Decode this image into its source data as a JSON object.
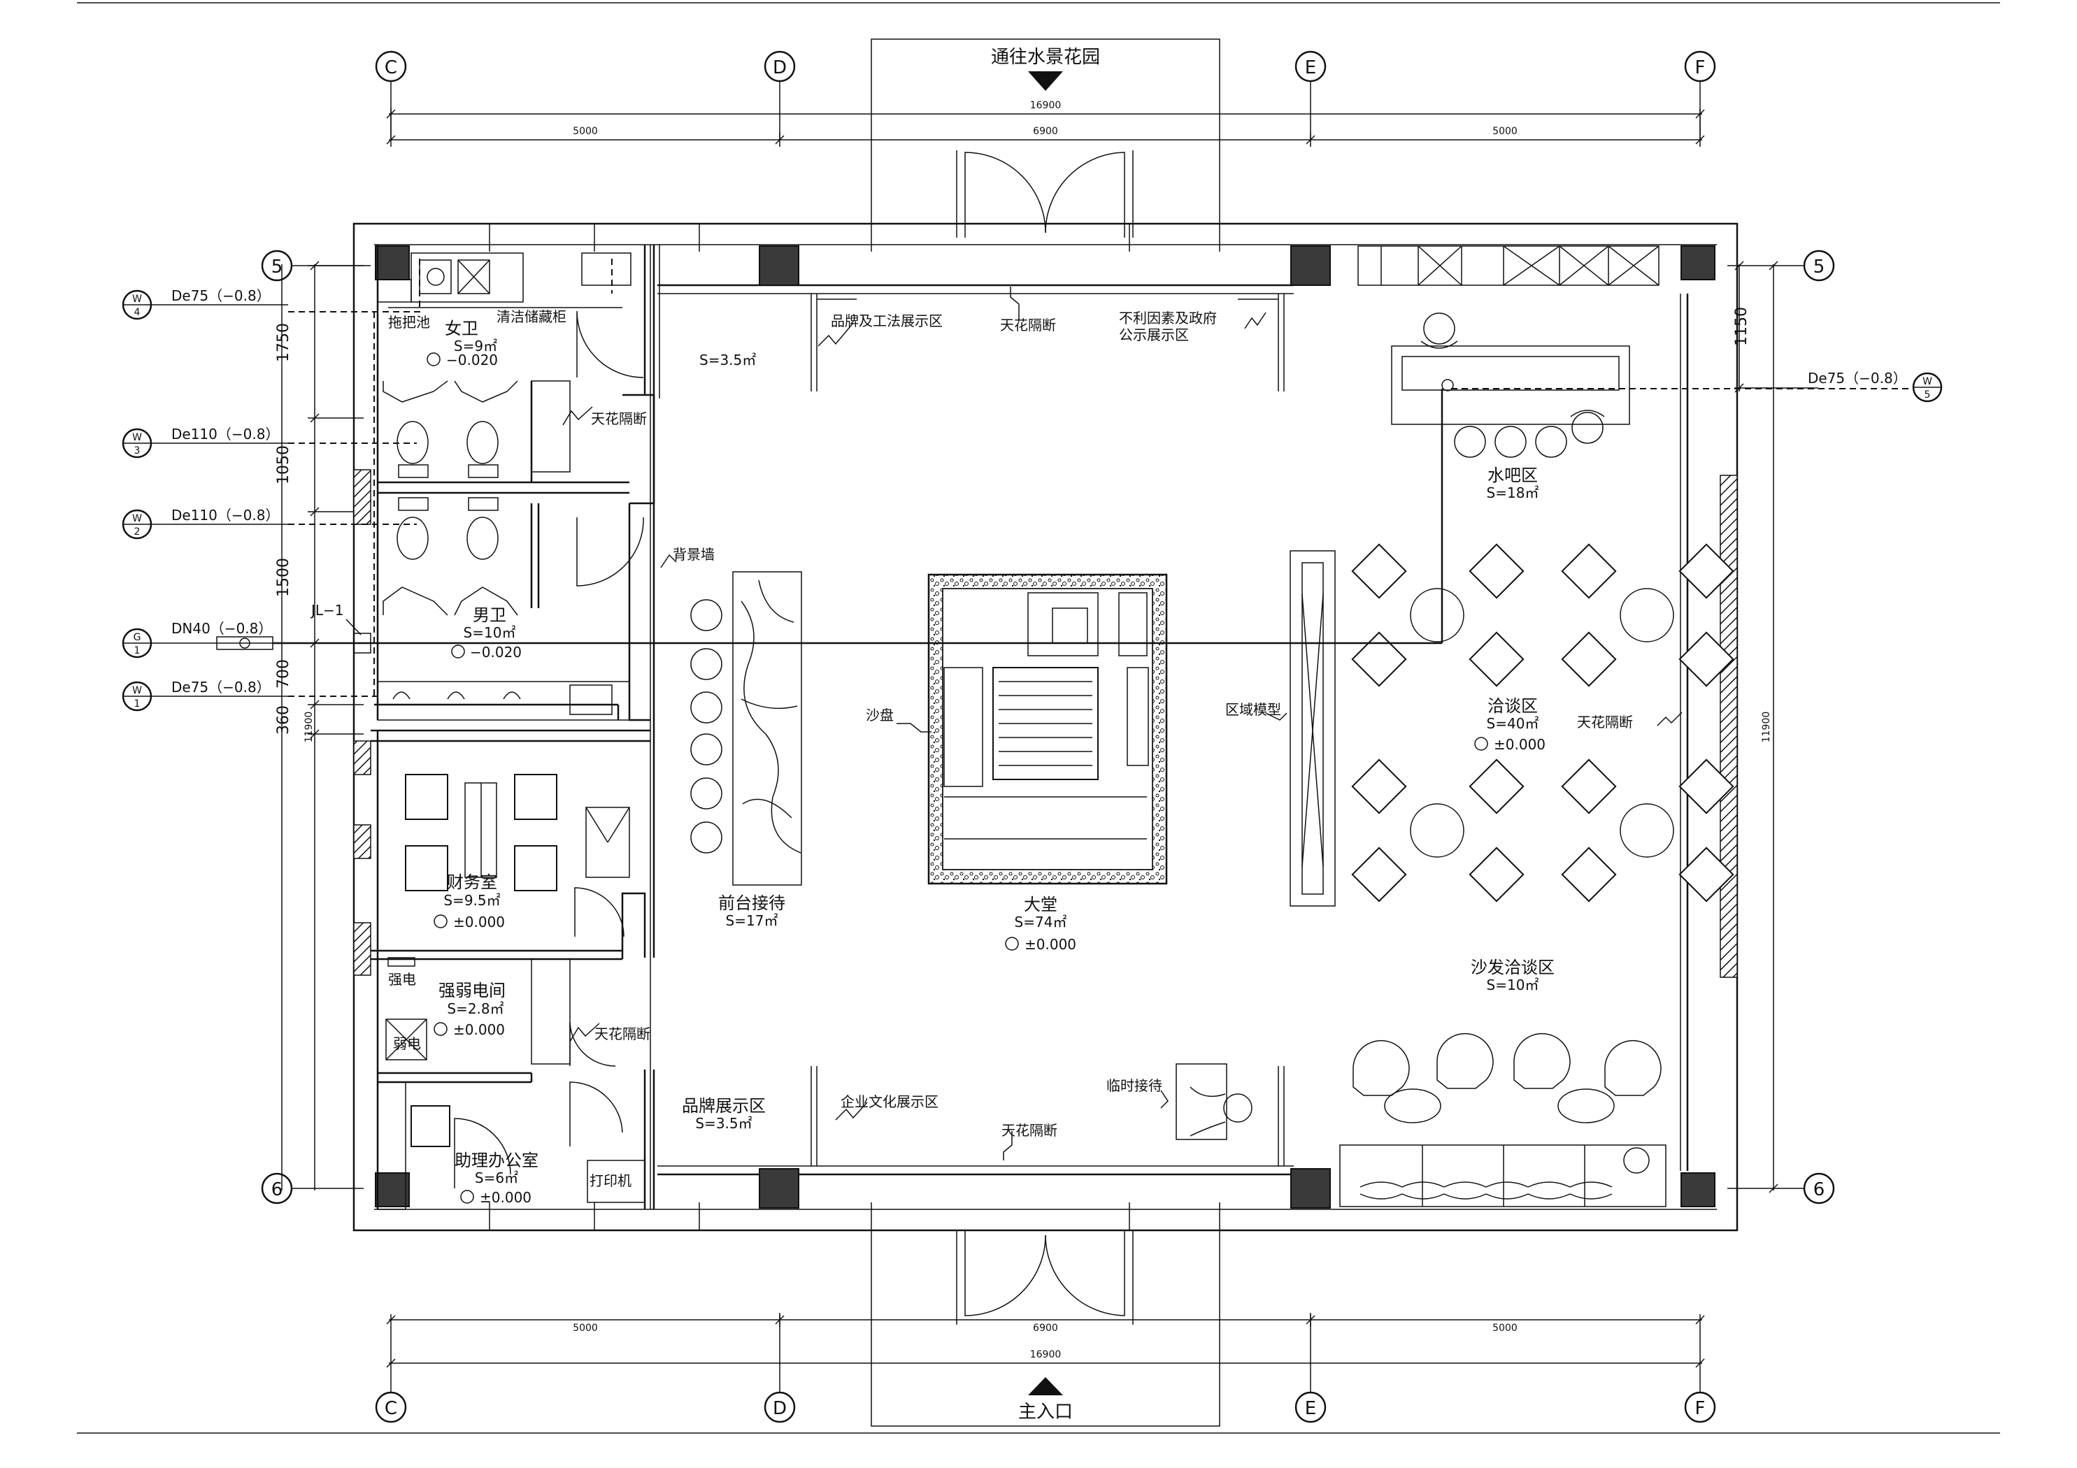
{
  "grid_bubbles": {
    "top": [
      "C",
      "D",
      "E",
      "F"
    ],
    "bottom": [
      "C",
      "D",
      "E",
      "F"
    ],
    "left": [
      "5",
      "6"
    ],
    "right": [
      "5",
      "6"
    ]
  },
  "dimensions": {
    "overall_width": "16900",
    "segments": [
      "5000",
      "6900",
      "5000"
    ],
    "left_chain": [
      "1750",
      "1050",
      "1500",
      "700",
      "360"
    ],
    "left_overall": "11900",
    "right_top": "1150",
    "right_overall": "11900"
  },
  "entrances": {
    "top": "通往水景花园",
    "bottom": "主入口"
  },
  "pipes": {
    "w4": {
      "code_top": "W",
      "code_bottom": "4",
      "label": "De75（−0.8）"
    },
    "w3": {
      "code_top": "W",
      "code_bottom": "3",
      "label": "De110（−0.8）"
    },
    "w2": {
      "code_top": "W",
      "code_bottom": "2",
      "label": "De110（−0.8）"
    },
    "g1": {
      "code_top": "G",
      "code_bottom": "1",
      "label": "DN40（−0.8）"
    },
    "w1": {
      "code_top": "W",
      "code_bottom": "1",
      "label": "De75（−0.8）"
    },
    "w5": {
      "code_top": "W",
      "code_bottom": "5",
      "label": "De75（−0.8）"
    },
    "riser": "JL−1"
  },
  "rooms": {
    "womens_wc": {
      "name": "女卫",
      "area": "S=9㎡",
      "level": "−0.020"
    },
    "mop_sink": "拖把池",
    "cleaning_cabinet": "清洁储藏柜",
    "mens_wc": {
      "name": "男卫",
      "area": "S=10㎡",
      "level": "−0.020"
    },
    "finance": {
      "name": "财务室",
      "area": "S=9.5㎡",
      "level": "±0.000"
    },
    "electrical": {
      "name": "强弱电间",
      "area": "S=2.8㎡",
      "level": "±0.000"
    },
    "strong_power": "强电",
    "weak_power": "弱电",
    "assistant_office": {
      "name": "助理办公室",
      "area": "S=6㎡",
      "level": "±0.000"
    },
    "printer": "打印机",
    "reception": {
      "name": "前台接待",
      "area": "S=17㎡"
    },
    "lobby": {
      "name": "大堂",
      "area": "S=74㎡",
      "level": "±0.000"
    },
    "brand_display_top": {
      "area": "S=3.5㎡"
    },
    "brand_display_bottom": {
      "name": "品牌展示区",
      "area": "S=3.5㎡"
    },
    "water_bar": {
      "name": "水吧区",
      "area": "S=18㎡"
    },
    "negotiation": {
      "name": "洽谈区",
      "area": "S=40㎡",
      "level": "±0.000"
    },
    "sofa_area": {
      "name": "沙发洽谈区",
      "area": "S=10㎡"
    }
  },
  "callouts": {
    "brand_craft": "品牌及工法展示区",
    "ceiling_divider": "天花隔断",
    "adverse_factors_line1": "不利因素及政府",
    "adverse_factors_line2": "公示展示区",
    "feature_wall": "背景墙",
    "sand_table": "沙盘",
    "regional_model": "区域模型",
    "corporate_culture": "企业文化展示区",
    "temp_reception": "临时接待"
  }
}
